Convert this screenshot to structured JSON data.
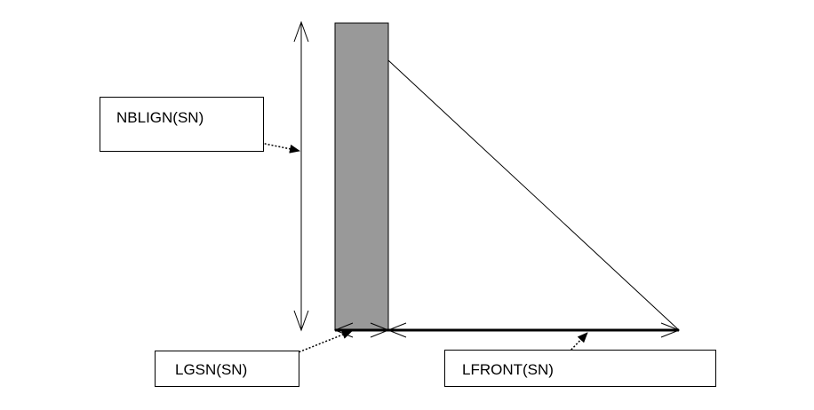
{
  "labels": {
    "nblign": "NBLIGN(SN)",
    "lgsn": "LGSN(SN)",
    "lfront": "LFRONT(SN)"
  },
  "colors": {
    "wall_fill": "#999999",
    "stroke": "#000000"
  }
}
